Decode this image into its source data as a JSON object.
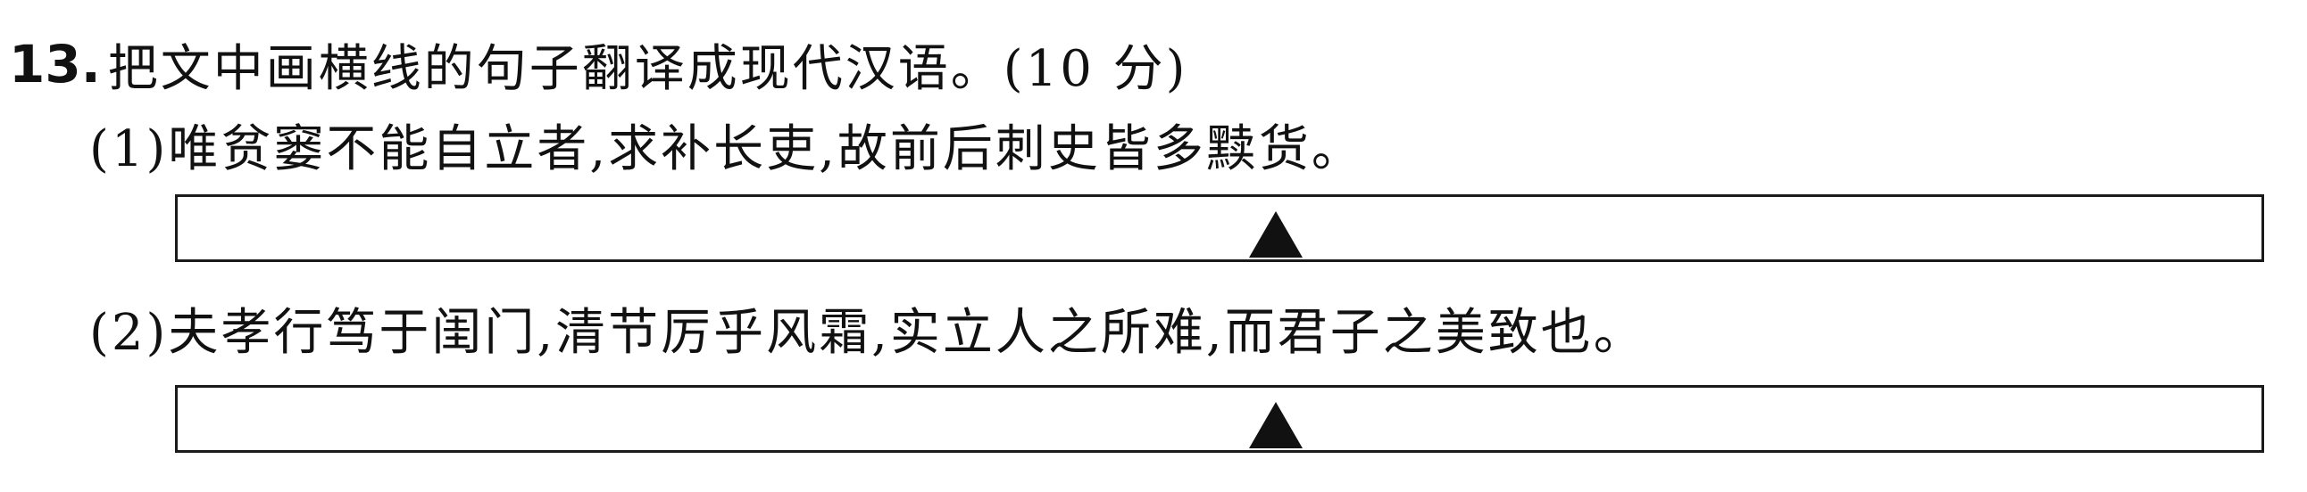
{
  "question": {
    "number": "13.",
    "text": "把文中画横线的句子翻译成现代汉语。(10 分)"
  },
  "items": [
    {
      "label": "(1)唯贫窭不能自立者,求补长吏,故前后刺史皆多黩货。"
    },
    {
      "label": "(2)夫孝行笃于闺门,清节厉乎风霜,实立人之所难,而君子之美致也。"
    }
  ]
}
